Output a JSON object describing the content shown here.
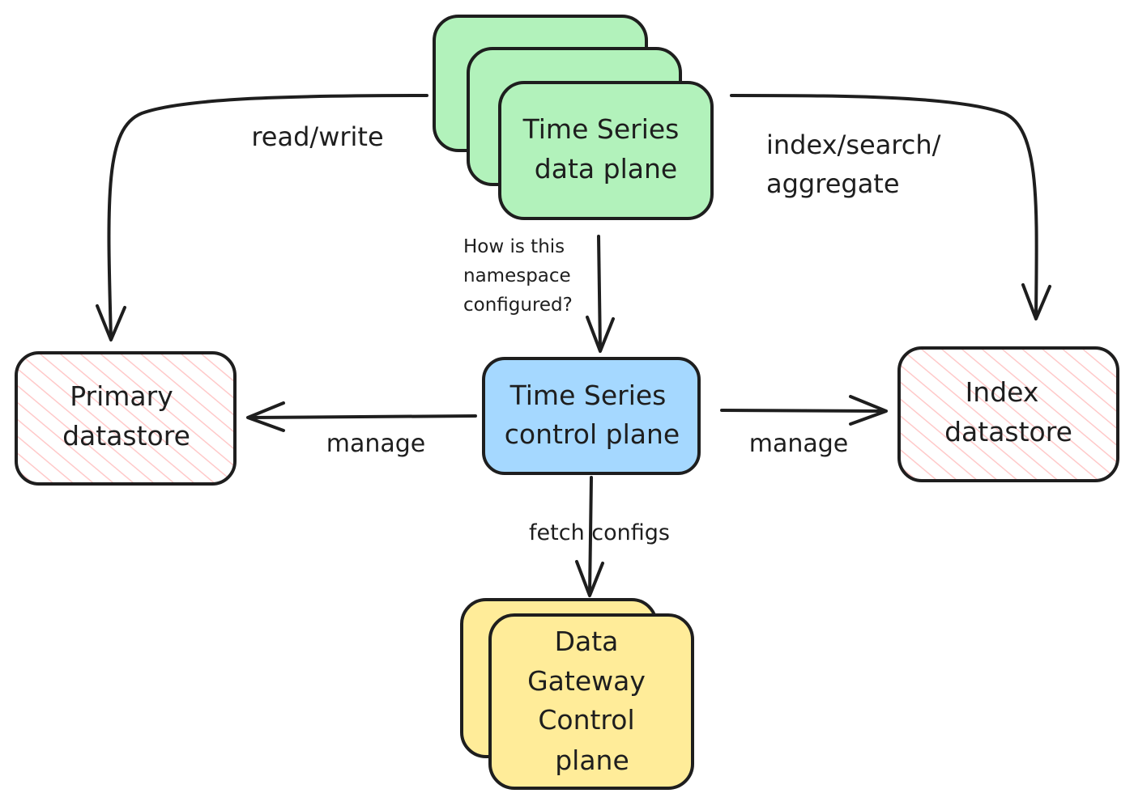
{
  "nodes": {
    "data_plane": {
      "label_lines": [
        "Time Series",
        "data plane"
      ],
      "fill": "#b2f2bb",
      "stacked": 3
    },
    "control_plane": {
      "label_lines": [
        "Time Series",
        "control plane"
      ],
      "fill": "#a5d8ff"
    },
    "primary": {
      "label_lines": [
        "Primary",
        "datastore"
      ],
      "hatch_color": "#ffc9c9"
    },
    "index": {
      "label_lines": [
        "Index",
        "datastore"
      ],
      "hatch_color": "#ffc9c9"
    },
    "gateway": {
      "label_lines": [
        "Data",
        "Gateway",
        "Control",
        "plane"
      ],
      "fill": "#ffec99",
      "stacked": 2
    }
  },
  "edges": {
    "read_write": "read/write",
    "index_search_lines": [
      "index/search/",
      "aggregate"
    ],
    "namespace_lines": [
      "How is this",
      "namespace",
      "configured?"
    ],
    "manage_left": "manage",
    "manage_right": "manage",
    "fetch_configs": "fetch configs"
  },
  "colors": {
    "stroke": "#1e1e1e",
    "green": "#b2f2bb",
    "blue": "#a5d8ff",
    "yellow": "#ffec99",
    "pink_hatch": "#ffc9c9"
  }
}
